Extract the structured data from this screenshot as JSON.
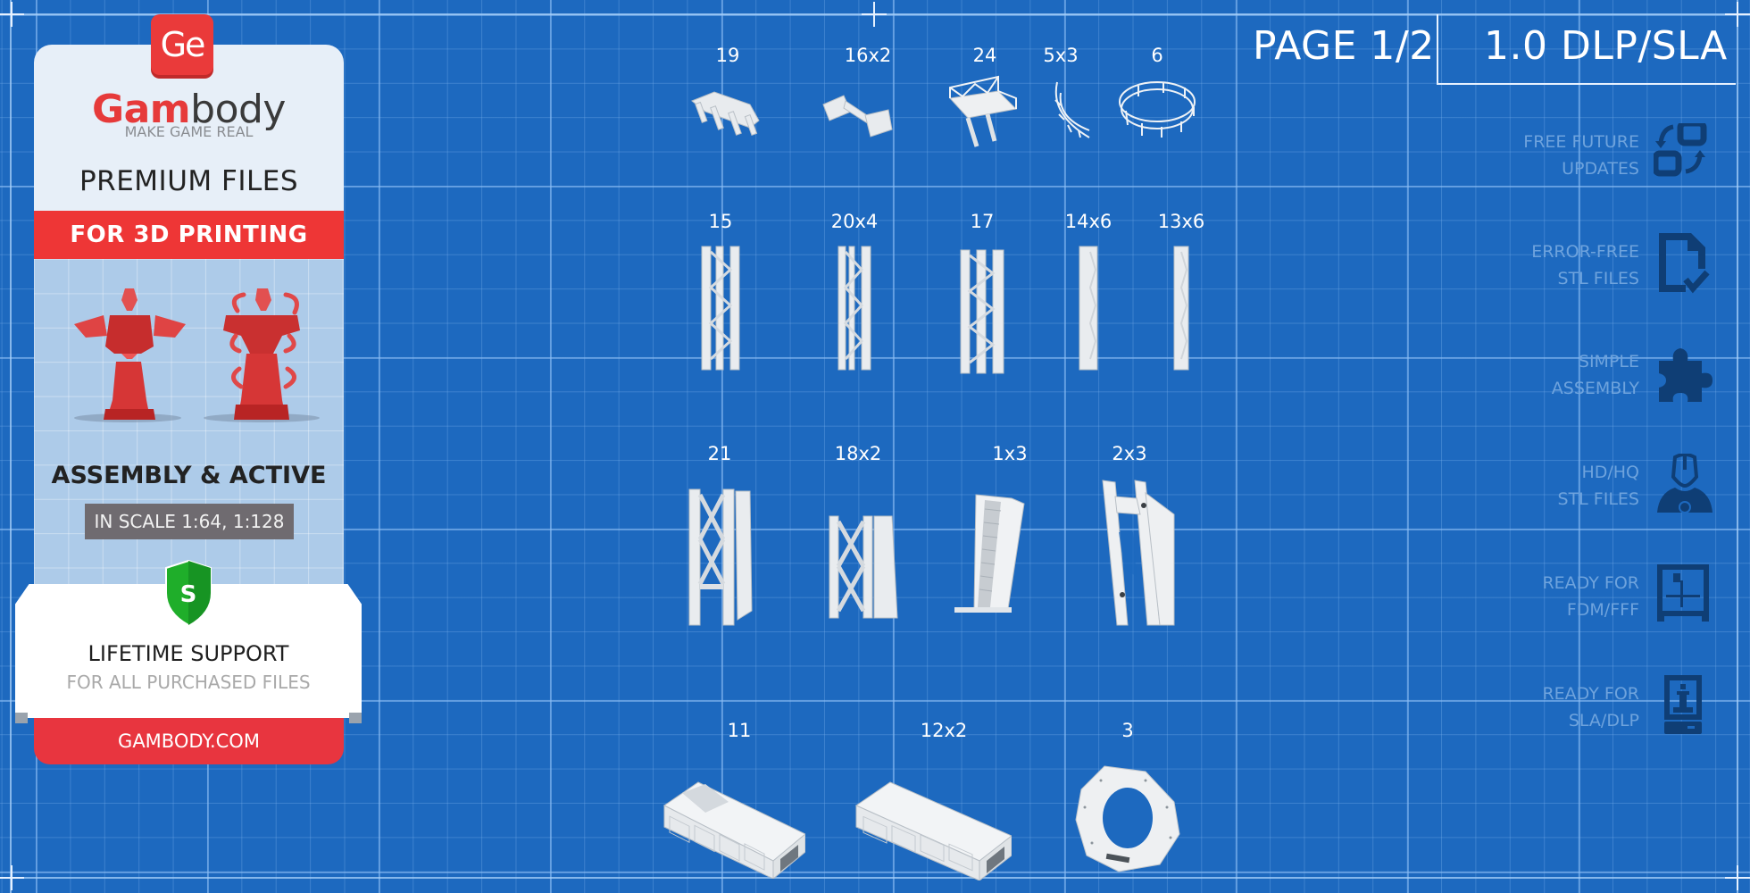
{
  "colors": {
    "background": "#1d69bf",
    "brand_red": "#ee3636",
    "card_light": "#e7eff8",
    "feature_text": "#6ea3dd",
    "feature_icon": "#0f3e75",
    "shield_green": "#1fae2a"
  },
  "card": {
    "logo_badge": "Ge",
    "brand_part1": "Gam",
    "brand_part2": "body",
    "tagline": "MAKE GAME REAL",
    "premium": "PREMIUM FILES",
    "banner": "FOR 3D PRINTING",
    "assembly_title": "ASSEMBLY & ACTIVE",
    "scale": "IN SCALE 1:64, 1:128",
    "shield_letter": "S",
    "support_title": "LIFETIME SUPPORT",
    "support_sub": "FOR ALL PURCHASED FILES",
    "website": "GAMBODY.COM"
  },
  "header": {
    "page": "PAGE 1/2",
    "version": "1.0 DLP/SLA"
  },
  "features": [
    {
      "line1": "FREE FUTURE",
      "line2": "UPDATES",
      "icon": "updates-icon"
    },
    {
      "line1": "ERROR-FREE",
      "line2": "STL FILES",
      "icon": "file-check-icon"
    },
    {
      "line1": "SIMPLE",
      "line2": "ASSEMBLY",
      "icon": "puzzle-icon"
    },
    {
      "line1": "HD/HQ",
      "line2": "STL FILES",
      "icon": "hero-bust-icon"
    },
    {
      "line1": "READY FOR",
      "line2": "FDM/FFF",
      "icon": "fdm-printer-icon"
    },
    {
      "line1": "READY FOR",
      "line2": "SLA/DLP",
      "icon": "sla-printer-icon"
    }
  ],
  "parts": [
    {
      "label": "19",
      "type": "bracket-frame"
    },
    {
      "label": "16x2",
      "type": "bracket-pair"
    },
    {
      "label": "24",
      "type": "platform"
    },
    {
      "label": "5x3",
      "type": "rail-arc"
    },
    {
      "label": "6",
      "type": "rail-ring"
    },
    {
      "label": "15",
      "type": "truss-column"
    },
    {
      "label": "20x4",
      "type": "truss-column"
    },
    {
      "label": "17",
      "type": "truss-column"
    },
    {
      "label": "14x6",
      "type": "thin-column"
    },
    {
      "label": "13x6",
      "type": "thin-column"
    },
    {
      "label": "21",
      "type": "x-brace-tower"
    },
    {
      "label": "18x2",
      "type": "x-brace-tower-short"
    },
    {
      "label": "1x3",
      "type": "stairway"
    },
    {
      "label": "2x3",
      "type": "angled-frame"
    },
    {
      "label": "11",
      "type": "module-box-open"
    },
    {
      "label": "12x2",
      "type": "module-box"
    },
    {
      "label": "3",
      "type": "ring-plate"
    }
  ]
}
